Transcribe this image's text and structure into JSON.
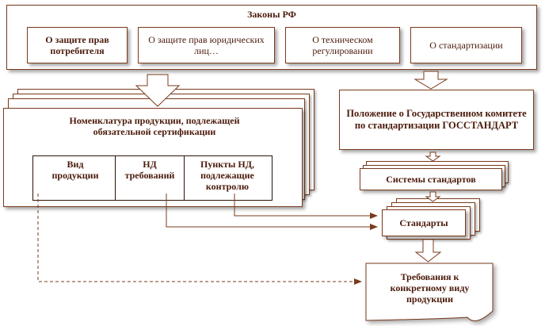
{
  "laws": {
    "title": "Законы РФ",
    "items": [
      "О защите прав потребителя",
      "О защите прав юридических лиц…",
      "О техническом регулировании",
      "О стандартизации"
    ]
  },
  "nomenclature": {
    "title": "Номенклатура продукции, подлежащей обязательной сертификации",
    "columns": [
      "Вид продукции",
      "НД требований",
      "Пункты НД, подлежащие контролю"
    ]
  },
  "gosstandart": "Положение о Государственном комитете по стандартизации ГОССТАНДАРТ",
  "systems": "Системы стандартов",
  "standards": "Стандарты",
  "requirements": "Требования к конкретному виду продукции"
}
